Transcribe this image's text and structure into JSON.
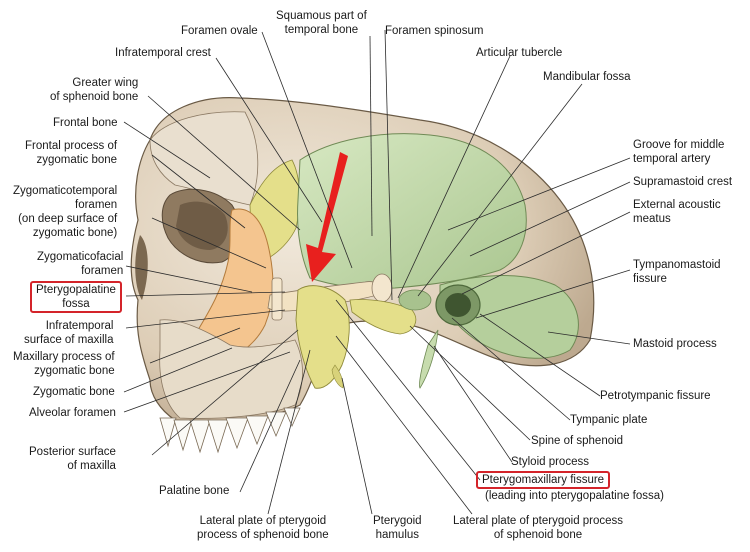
{
  "labels": {
    "foramen_ovale": "Foramen ovale",
    "squamous_part": "Squamous part of\ntemporal bone",
    "foramen_spinosum": "Foramen spinosum",
    "infratemporal_crest": "Infratemporal crest",
    "articular_tubercle": "Articular tubercle",
    "greater_wing": "Greater wing\nof sphenoid bone",
    "mandibular_fossa": "Mandibular fossa",
    "frontal_bone": "Frontal bone",
    "frontal_process": "Frontal process of\nzygomatic bone",
    "groove_middle_temporal": "Groove for middle\ntemporal artery",
    "zygomaticotemporal": "Zygomaticotemporal\nforamen\n(on deep surface of\nzygomatic bone)",
    "supramastoid_crest": "Supramastoid crest",
    "external_acoustic": "External acoustic\nmeatus",
    "zygomaticofacial": "Zygomaticofacial\nforamen",
    "tympanomastoid": "Tympanomastoid\nfissure",
    "pterygopalatine_fossa": "Pterygopalatine\nfossa",
    "infratemporal_surface": "Infratemporal\nsurface of maxilla",
    "mastoid_process": "Mastoid process",
    "maxillary_process": "Maxillary process of\nzygomatic bone",
    "zygomatic_bone": "Zygomatic bone",
    "petrotympanic": "Petrotympanic fissure",
    "alveolar_foramen": "Alveolar foramen",
    "tympanic_plate": "Tympanic plate",
    "spine_sphenoid": "Spine of sphenoid",
    "posterior_surface": "Posterior surface\nof maxilla",
    "styloid_process": "Styloid process",
    "pterygomaxillary": "Pterygomaxillary fissure",
    "pterygomaxillary_note": "(leading into pterygopalatine fossa)",
    "palatine_bone": "Palatine bone",
    "lateral_plate_1": "Lateral plate of pterygoid\nprocess of sphenoid bone",
    "pterygoid_hamulus": "Pterygoid\nhamulus",
    "lateral_plate_2": "Lateral plate of pterygoid process\nof sphenoid bone"
  },
  "colors": {
    "highlight_box": "#d4242a",
    "arrow": "#e8201e",
    "temporal_bone": "#c7dcae",
    "sphenoid_bone": "#e4df8a",
    "zygomatic_bone": "#f4c58f",
    "skull_base": "#e3d6c2"
  }
}
